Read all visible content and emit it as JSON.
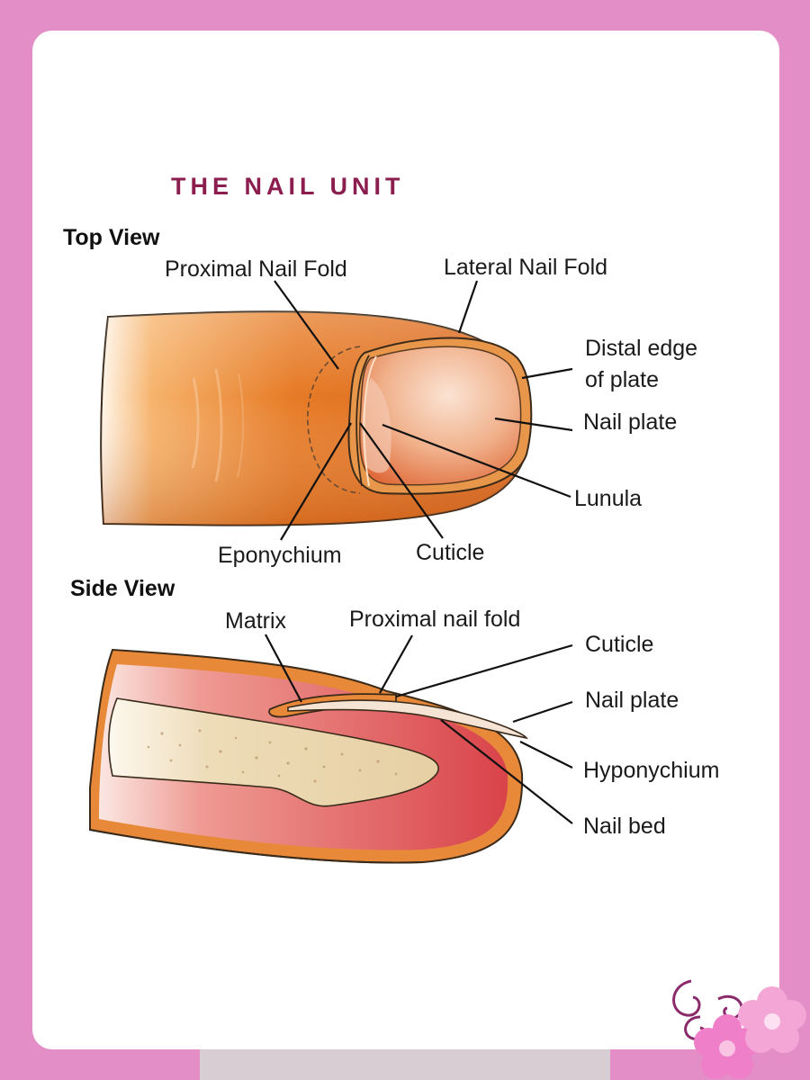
{
  "title": "THE NAIL UNIT",
  "top_view": {
    "heading": "Top View",
    "labels": {
      "proximal_nail_fold": "Proximal Nail Fold",
      "lateral_nail_fold": "Lateral Nail Fold",
      "distal_edge_line1": "Distal edge",
      "distal_edge_line2": "of plate",
      "nail_plate": "Nail plate",
      "lunula": "Lunula",
      "eponychium": "Eponychium",
      "cuticle": "Cuticle"
    }
  },
  "side_view": {
    "heading": "Side View",
    "labels": {
      "matrix": "Matrix",
      "proximal_nail_fold": "Proximal nail fold",
      "cuticle": "Cuticle",
      "nail_plate": "Nail plate",
      "hyponychium": "Hyponychium",
      "nail_bed": "Nail bed"
    }
  },
  "colors": {
    "frame": "#e48ec8",
    "title": "#8c1e4f",
    "skin": "#e27a2a",
    "tissue": "#d9464a",
    "bone": "#ead7ae"
  }
}
